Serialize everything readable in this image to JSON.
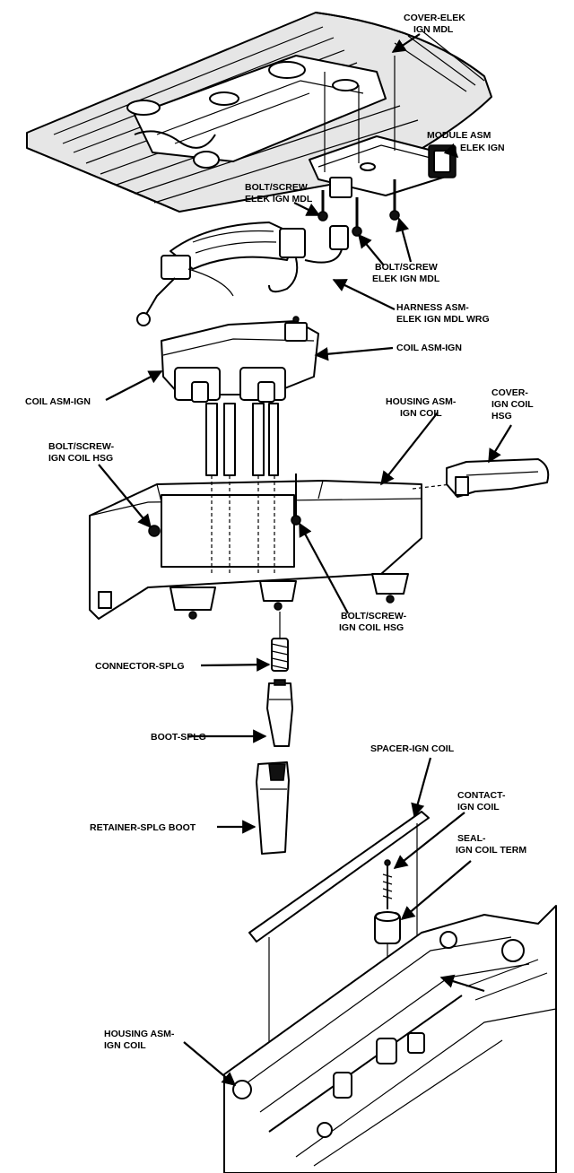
{
  "labels": {
    "cover_elek_1": "COVER-ELEK",
    "cover_elek_2": "IGN MDL",
    "module_asm_1": "MODULE ASM",
    "module_asm_2": "ELEK IGN",
    "bolt_mdl_a_1": "BOLT/SCREW",
    "bolt_mdl_a_2": "ELEK IGN MDL",
    "bolt_mdl_b_1": "BOLT/SCREW",
    "bolt_mdl_b_2": "ELEK IGN MDL",
    "harness_1": "HARNESS ASM-",
    "harness_2": "ELEK IGN MDL WRG",
    "coil_asm_right": "COIL ASM-IGN",
    "coil_asm_left": "COIL ASM-IGN",
    "housing_top_1": "HOUSING ASM-",
    "housing_top_2": "IGN COIL",
    "cover_coil_1": "COVER-",
    "cover_coil_2": "IGN COIL",
    "cover_coil_3": "HSG",
    "bolt_hsg_a_1": "BOLT/SCREW-",
    "bolt_hsg_a_2": "IGN COIL HSG",
    "bolt_hsg_b_1": "BOLT/SCREW-",
    "bolt_hsg_b_2": "IGN COIL HSG",
    "connector_splg": "CONNECTOR-SPLG",
    "boot_splg": "BOOT-SPLG",
    "spacer_coil": "SPACER-IGN COIL",
    "contact_1": "CONTACT-",
    "contact_2": "IGN COIL",
    "seal_1": "SEAL-",
    "seal_2": "IGN COIL TERM",
    "retainer": "RETAINER-SPLG BOOT",
    "housing_bottom_1": "HOUSING ASM-",
    "housing_bottom_2": "IGN COIL"
  }
}
